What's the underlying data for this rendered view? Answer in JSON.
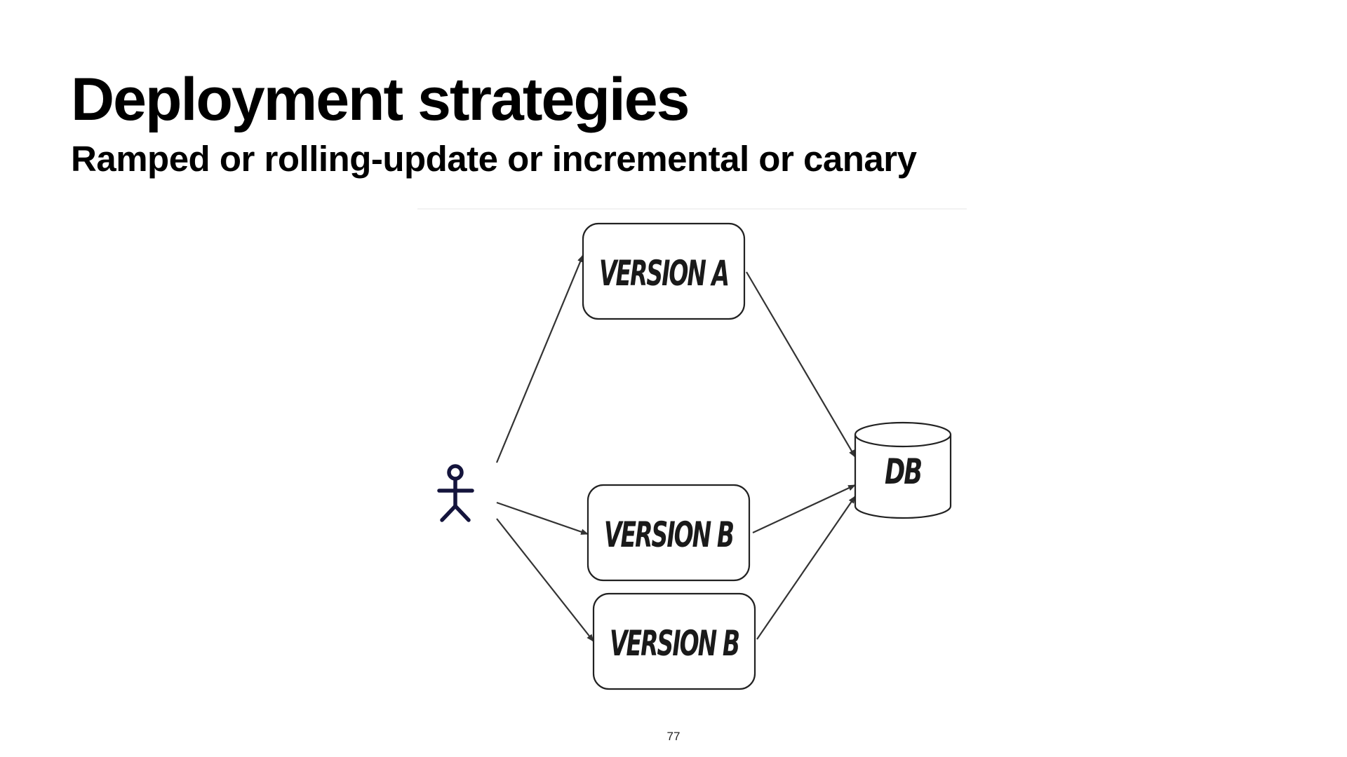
{
  "slide": {
    "title": "Deployment strategies",
    "subtitle": "Ramped or rolling-update or incremental or canary",
    "page_number": "77"
  },
  "diagram": {
    "nodes": {
      "version_a": "VERSION A",
      "version_b_1": "VERSION B",
      "version_b_2": "VERSION B",
      "db": "DB"
    },
    "icons": {
      "user": "stick-figure-icon"
    },
    "colors": {
      "stroke": "#222222",
      "arrow": "#333333",
      "user_icon": "#14143c"
    }
  }
}
